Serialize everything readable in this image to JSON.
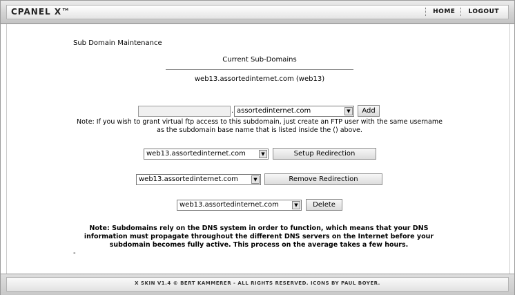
{
  "header": {
    "logo": "CPANEL X™",
    "nav": [
      {
        "label": "HOME"
      },
      {
        "label": "LOGOUT"
      }
    ]
  },
  "main": {
    "section_title": "Sub Domain Maintenance",
    "current_title": "Current Sub-Domains",
    "current_subdomains": [
      "web13.assortedinternet.com (web13)"
    ],
    "add_form": {
      "subdomain_value": "",
      "dot": ".",
      "domain_selected": "assortedinternet.com",
      "add_label": "Add"
    },
    "note_ftp": "Note: If you wish to grant virtual ftp access to this subdomain, just create an FTP user with the same username as the subdomain base name that is listed inside the () above.",
    "setup_redirection": {
      "select_value": "web13.assortedinternet.com",
      "button_label": "Setup Redirection"
    },
    "remove_redirection": {
      "select_value": "web13.assortedinternet.com",
      "button_label": "Remove Redirection"
    },
    "delete": {
      "select_value": "web13.assortedinternet.com",
      "button_label": "Delete"
    },
    "note_dns": "Note: Subdomains rely on the DNS system in order to function, which means that your DNS information must propagate throughout the different DNS servers on the Internet before your subdomain becomes fully active. This process on the average takes a few hours.",
    "trailing_dash": "-"
  },
  "footer": {
    "text": "X SKIN V1.4 © BERT KAMMERER - ALL RIGHTS RESERVED. ICONS BY PAUL BOYER."
  }
}
